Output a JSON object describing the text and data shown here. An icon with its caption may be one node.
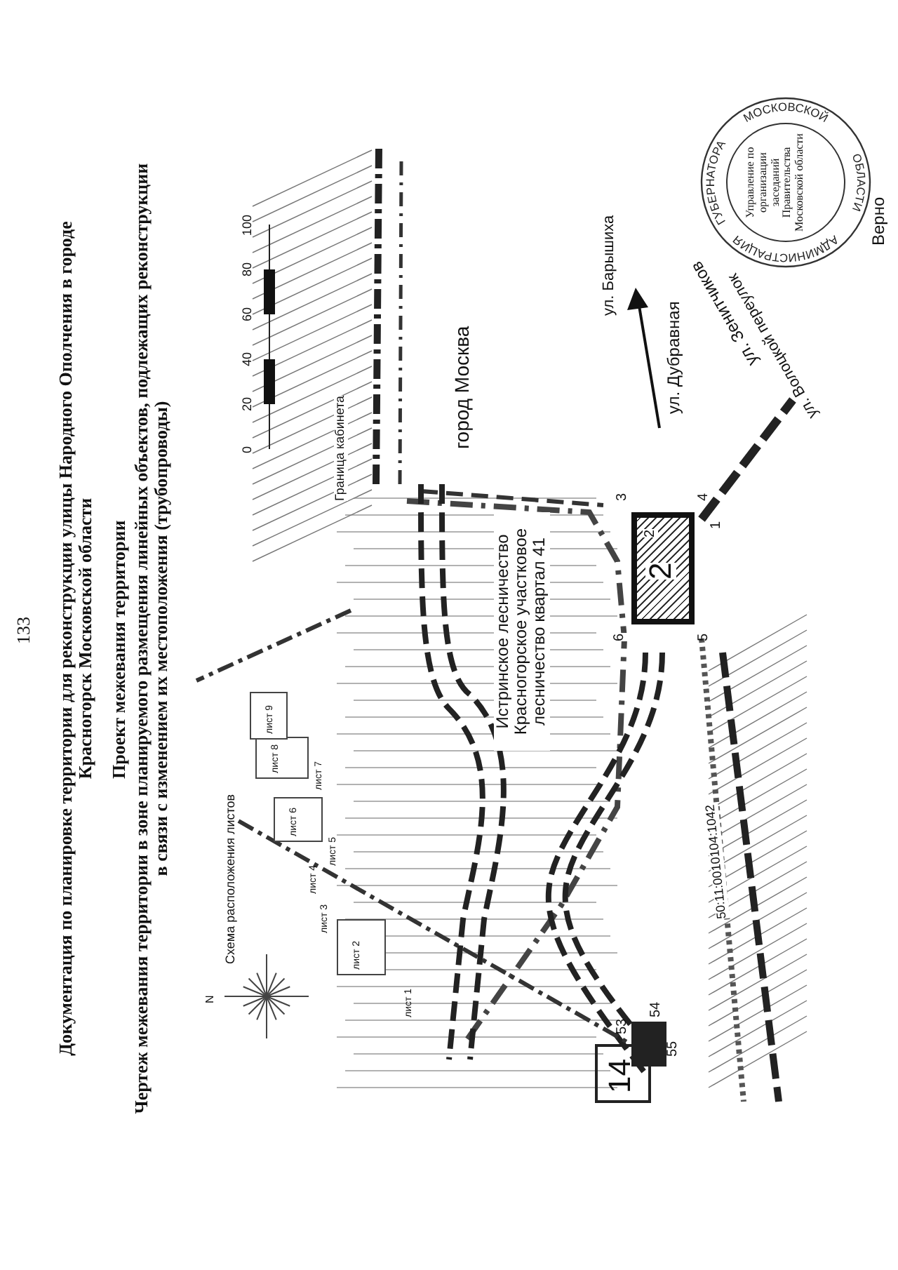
{
  "diagram": {
    "title": "Документация по планировке территории для реконструкции улицы Народного Ополчения в городе Красногорск Московской области",
    "nodes": [
      {
        "text": [
          "лист 2"
        ]
      },
      {
        "text": [
          "лист 6"
        ]
      },
      {
        "text": [
          "лист 8"
        ]
      },
      {
        "text": [
          "лист 9"
        ]
      },
      {
        "text": [
          "2"
        ]
      },
      {
        "text": [
          "АДМИНИСТРАЦИЯ ГУБЕРНАТОРА МОСКОВСКОЙ ОБЛАСТИ",
          "Управление по организации заседаний Правительства Московской области"
        ]
      }
    ],
    "labels": [
      "133",
      "Проект межевания территории",
      "Чертеж межевания территории в зоне планируемого размещения линейных объектов, подлежащих реконструкции в связи с изменением их местоположения (трубопроводы)",
      "0",
      "20",
      "40",
      "60",
      "80",
      "100",
      "Граница кабинета",
      "город Москва",
      "Истринское лесничество Красногорское участковое лесничество квартал 41",
      "ул. Барышиха",
      "ул. Дубравная",
      "ул. Зенитчиков",
      "ул. Волоцкой переулок",
      "3",
      "4",
      "1",
      "2",
      "6",
      "5",
      "50:11:0010104:1042",
      "Схема расположения листов",
      "лист 7",
      "лист 5",
      "лист 4",
      "лист 3",
      "лист 1",
      "N",
      "53",
      "54",
      "55",
      "14",
      "Верно"
    ]
  }
}
